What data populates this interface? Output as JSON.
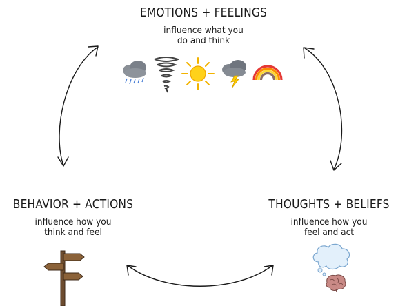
{
  "nodes": {
    "emotions": {
      "title": "EMOTIONS + FEELINGS",
      "sub1": "influence what you",
      "sub2": "do and think"
    },
    "behavior": {
      "title": "BEHAVIOR + ACTIONS",
      "sub1": "influence how you",
      "sub2": "think and feel"
    },
    "thoughts": {
      "title": "THOUGHTS + BELIEFS",
      "sub1": "influence how you",
      "sub2": "feel and act"
    }
  },
  "icons": [
    "rain-cloud-icon",
    "tornado-icon",
    "sun-icon",
    "storm-cloud-icon",
    "rainbow-icon",
    "signpost-icon",
    "thought-bubble-icon",
    "brain-icon"
  ]
}
